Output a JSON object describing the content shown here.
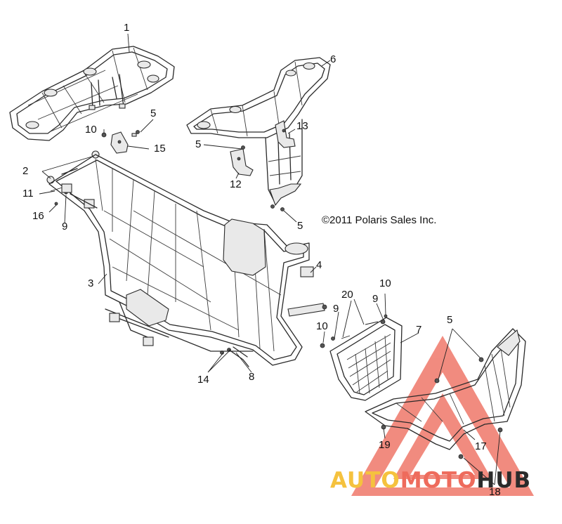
{
  "callouts": {
    "c1": "1",
    "c2": "2",
    "c3": "3",
    "c4": "4",
    "c5a": "5",
    "c5b": "5",
    "c5c": "5",
    "c5d": "5",
    "c6": "6",
    "c7": "7",
    "c8": "8",
    "c9a": "9",
    "c9b": "9",
    "c9c": "9",
    "c10a": "10",
    "c10b": "10",
    "c10c": "10",
    "c11": "11",
    "c12": "12",
    "c13": "13",
    "c14": "14",
    "c15": "15",
    "c16": "16",
    "c17": "17",
    "c18": "18",
    "c19": "19",
    "c20": "20"
  },
  "copyright": "©2011  Polaris Sales Inc.",
  "watermark": {
    "part1": "AUTO",
    "part2": "MOTO",
    "part3": "HUB"
  },
  "colors": {
    "line": "#2a2a2a",
    "watermark_red": "#ee6b5c",
    "watermark_yellow": "#f5c23e",
    "watermark_dark": "#2b2b2b"
  }
}
